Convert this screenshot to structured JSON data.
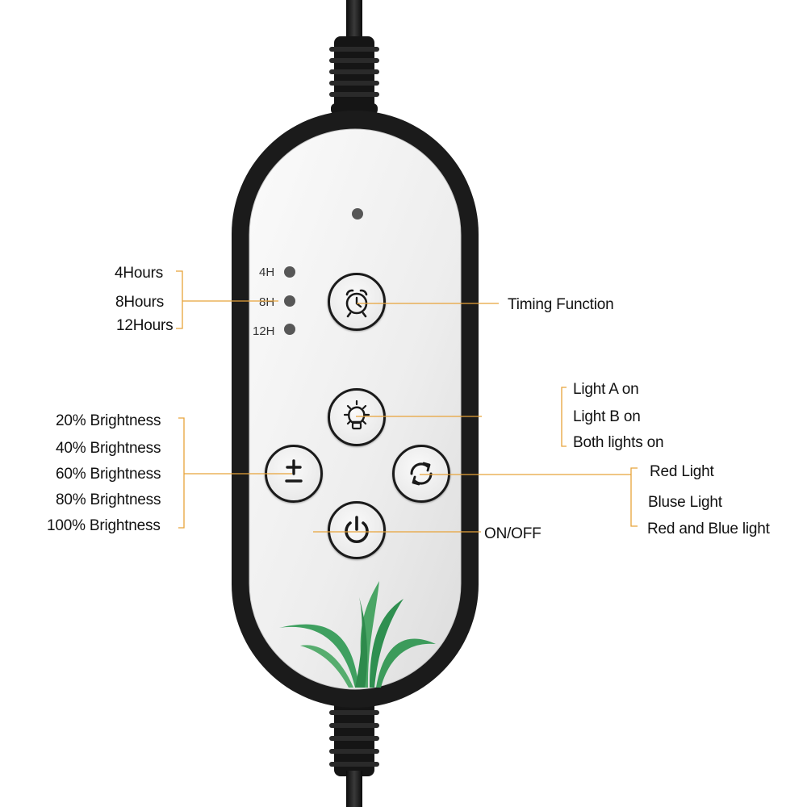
{
  "timer": {
    "indicators": [
      "4H",
      "8H",
      "12H"
    ],
    "labels": [
      "4Hours",
      "8Hours",
      "12Hours"
    ],
    "function_label": "Timing Function"
  },
  "brightness": {
    "labels": [
      "20% Brightness",
      "40% Brightness",
      "60% Brightness",
      "80% Brightness",
      "100% Brightness"
    ]
  },
  "light_mode": {
    "labels": [
      "Light A on",
      "Light B on",
      "Both lights on"
    ]
  },
  "spectrum": {
    "labels": [
      "Red Light",
      "Bluse Light",
      "Red and Blue light"
    ]
  },
  "power": {
    "label": "ON/OFF"
  },
  "icons": {
    "timer_button": "alarm-clock-icon",
    "light_button": "light-bulb-icon",
    "brightness_button": "plus-minus-icon",
    "spectrum_button": "cycle-arrows-icon",
    "power_button": "power-icon",
    "decoration": "plant-leaves-icon"
  },
  "colors": {
    "leader_line": "#E8A33A",
    "leaf_green": "#3FA060",
    "remote_body": "#1B1B1B",
    "remote_panel": "#EDEDED"
  }
}
